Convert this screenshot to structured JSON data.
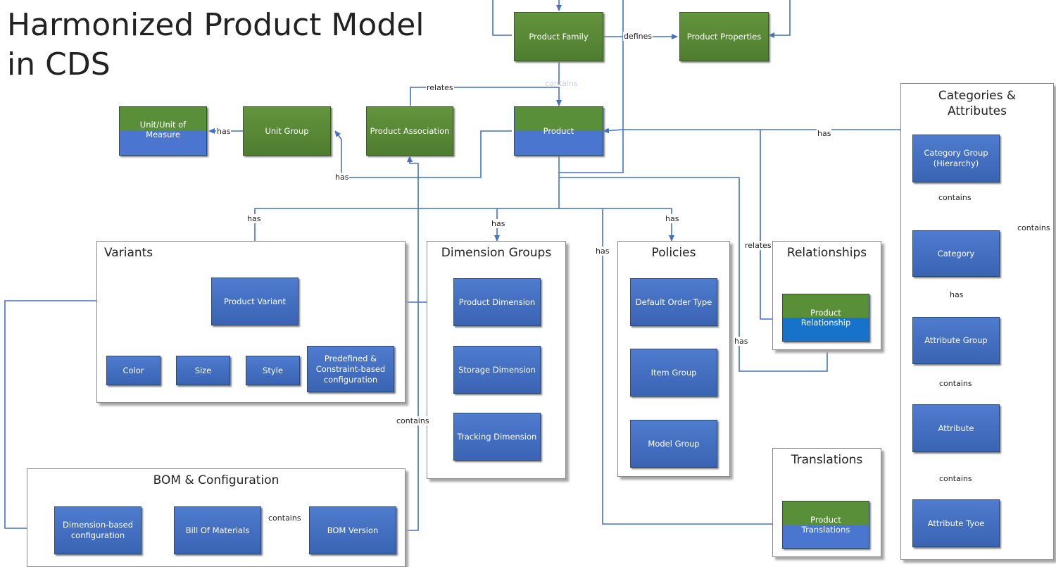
{
  "title": [
    "Harmonized Product Model",
    "in CDS"
  ],
  "groups": {
    "variants": "Variants",
    "dimension_groups": "Dimension Groups",
    "policies": "Policies",
    "relationships": "Relationships",
    "categories": "Categories & Attributes",
    "translations": "Translations",
    "bom": "BOM & Configuration"
  },
  "entities": {
    "product_family": "Product Family",
    "product_properties": "Product Properties",
    "product": "Product",
    "product_association": "Product Association",
    "unit_group": "Unit Group",
    "unit_of_measure": "Unit/Unit of Measure",
    "product_variant": "Product Variant",
    "color": "Color",
    "size": "Size",
    "style": "Style",
    "predefined_config": "Predefined & Constraint-based configuration",
    "product_dimension": "Product Dimension",
    "storage_dimension": "Storage Dimension",
    "tracking_dimension": "Tracking Dimension",
    "default_order_type": "Default Order Type",
    "item_group": "Item Group",
    "model_group": "Model Group",
    "product_relationship": "Product Relationship",
    "category_group": "Category Group (Hierarchy)",
    "category": "Category",
    "attribute_group": "Attribute Group",
    "attribute": "Attribute",
    "attribute_type": "Attribute Tyoe",
    "product_translations": "Product Translations",
    "dimension_config": "Dimension-based configuration",
    "bill_of_materials": "Bill Of Materials",
    "bom_version": "BOM Version"
  },
  "labels": {
    "defines": "defines",
    "relates": "relates",
    "contains": "contains",
    "has": "has"
  }
}
